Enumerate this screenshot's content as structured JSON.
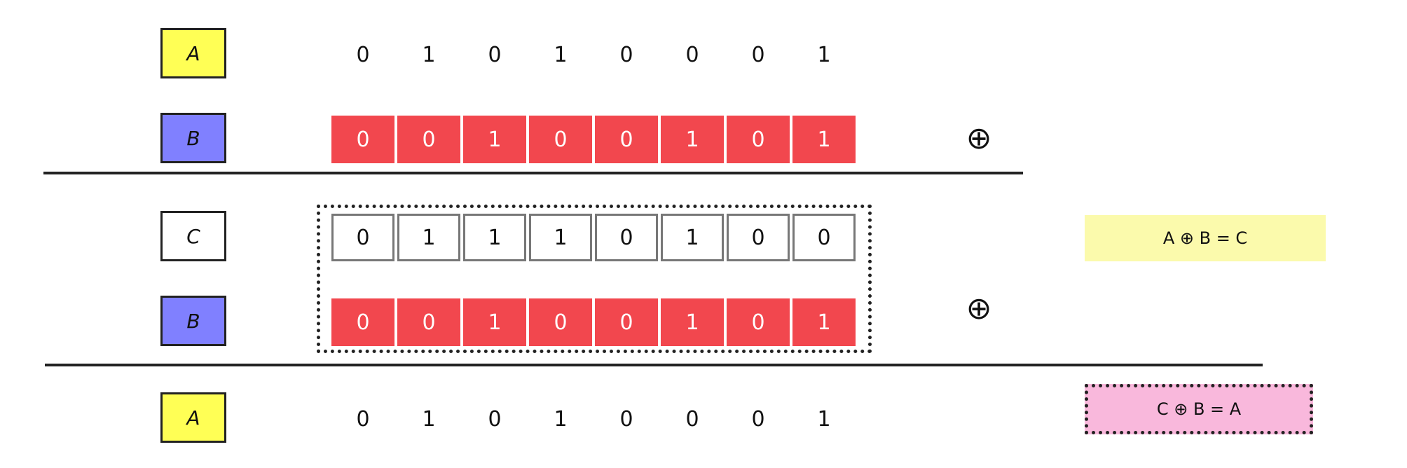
{
  "labels": {
    "A": "A",
    "B": "B",
    "C": "C"
  },
  "bits": {
    "A": [
      "0",
      "1",
      "0",
      "1",
      "0",
      "0",
      "0",
      "1"
    ],
    "B": [
      "0",
      "0",
      "1",
      "0",
      "0",
      "1",
      "0",
      "1"
    ],
    "C": [
      "0",
      "1",
      "1",
      "1",
      "0",
      "1",
      "0",
      "0"
    ]
  },
  "operator": "⊕",
  "notes": {
    "encrypt": "A ⊕ B = C",
    "decrypt": "C ⊕ B = A"
  },
  "colors": {
    "a_box": "#ffff55",
    "b_box": "#8080ff",
    "c_box": "#ffffff",
    "b_bits": "#f2474e",
    "note_yellow": "#fbfaac",
    "note_pink": "#f9b8dc"
  }
}
